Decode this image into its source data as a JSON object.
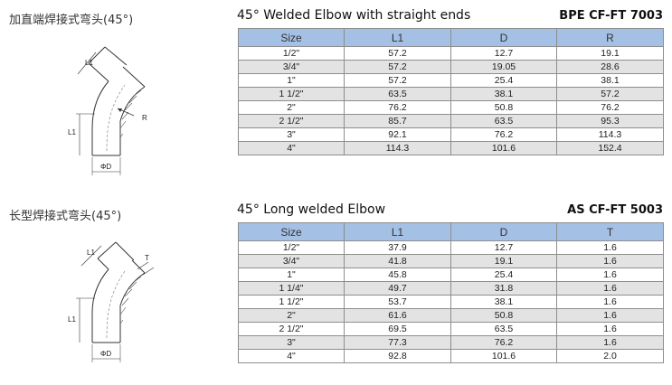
{
  "section1": {
    "title_cn": "加直端焊接式弯头(45°)",
    "heading": "45° Welded Elbow with straight ends",
    "code": "BPE   CF-FT 7003",
    "diagram_labels": {
      "l1_top": "L1",
      "l1_side": "L1",
      "r": "R",
      "od": "ΦD"
    },
    "columns": [
      "Size",
      "L1",
      "D",
      "R"
    ],
    "rows": [
      [
        "1/2\"",
        "57.2",
        "12.7",
        "19.1"
      ],
      [
        "3/4\"",
        "57.2",
        "19.05",
        "28.6"
      ],
      [
        "1\"",
        "57.2",
        "25.4",
        "38.1"
      ],
      [
        "1 1/2\"",
        "63.5",
        "38.1",
        "57.2"
      ],
      [
        "2\"",
        "76.2",
        "50.8",
        "76.2"
      ],
      [
        "2 1/2\"",
        "85.7",
        "63.5",
        "95.3"
      ],
      [
        "3\"",
        "92.1",
        "76.2",
        "114.3"
      ],
      [
        "4\"",
        "114.3",
        "101.6",
        "152.4"
      ]
    ]
  },
  "section2": {
    "title_cn": "长型焊接式弯头(45°)",
    "heading": "45° Long welded Elbow",
    "code": "AS   CF-FT 5003",
    "diagram_labels": {
      "l1_top": "L1",
      "l1_side": "L1",
      "t": "T",
      "od": "ΦD"
    },
    "columns": [
      "Size",
      "L1",
      "D",
      "T"
    ],
    "rows": [
      [
        "1/2\"",
        "37.9",
        "12.7",
        "1.6"
      ],
      [
        "3/4\"",
        "41.8",
        "19.1",
        "1.6"
      ],
      [
        "1\"",
        "45.8",
        "25.4",
        "1.6"
      ],
      [
        "1 1/4\"",
        "49.7",
        "31.8",
        "1.6"
      ],
      [
        "1 1/2\"",
        "53.7",
        "38.1",
        "1.6"
      ],
      [
        "2\"",
        "61.6",
        "50.8",
        "1.6"
      ],
      [
        "2 1/2\"",
        "69.5",
        "63.5",
        "1.6"
      ],
      [
        "3\"",
        "77.3",
        "76.2",
        "1.6"
      ],
      [
        "4\"",
        "92.8",
        "101.6",
        "2.0"
      ]
    ]
  },
  "colors": {
    "header_bg": "#a4c0e4",
    "row_alt_bg": "#e3e3e3",
    "border": "#8e8e8e"
  }
}
